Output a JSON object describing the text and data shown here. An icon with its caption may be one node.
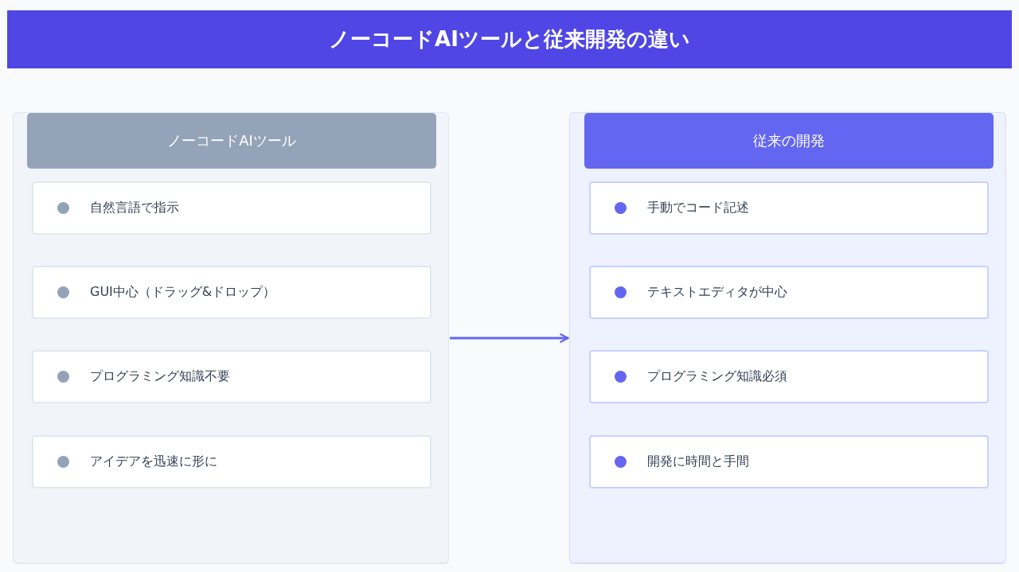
{
  "diagram": {
    "title": "ノーコードAIツールと従来開発の違い",
    "nodes": [
      {
        "text": [],
        "shape": "box"
      },
      {
        "text": [
          "ノーコードAIツール"
        ],
        "in": 0
      },
      {
        "text": [
          "自然言語で指示"
        ],
        "in": 0
      },
      {
        "text": [
          "GUI中心（ドラッグ&ドロップ）"
        ],
        "in": 0
      },
      {
        "text": [
          "プログラミング知識不要"
        ],
        "in": 0
      },
      {
        "text": [
          "アイデアを迅速に形に"
        ],
        "in": 0
      },
      {
        "text": [],
        "shape": "box"
      },
      {
        "text": [
          "従来の開発"
        ],
        "in": 6
      },
      {
        "text": [
          "手動でコード記述"
        ],
        "in": 6
      },
      {
        "text": [
          "テキストエディタが中心"
        ],
        "in": 6
      },
      {
        "text": [
          "プログラミング知識必須"
        ],
        "in": 6
      },
      {
        "text": [
          "開発に時間と手間"
        ],
        "in": 6
      }
    ],
    "edges": [
      {
        "from": 0,
        "to": 6,
        "arrow": "to"
      }
    ]
  }
}
